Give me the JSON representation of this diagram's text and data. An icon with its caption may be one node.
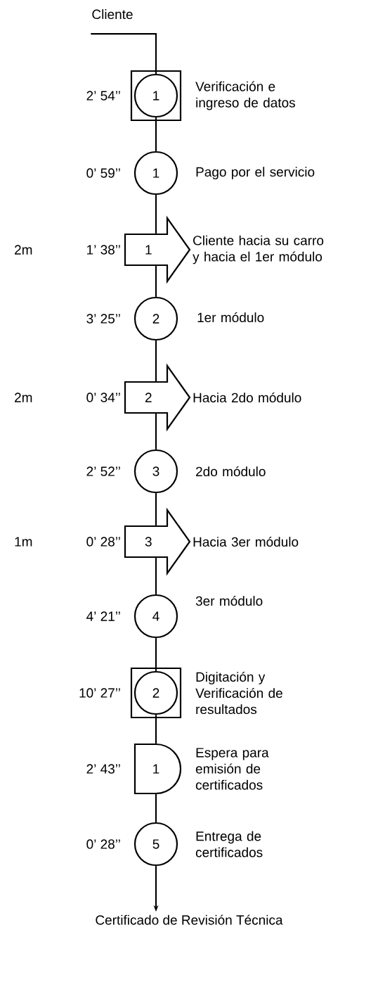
{
  "diagram": {
    "nodes": [
      {
        "text": [
          "Cliente"
        ]
      },
      {
        "text": [
          "1"
        ],
        "beside": [
          "2’ 54’’",
          "Verificación e ingreso de datos"
        ]
      },
      {
        "text": [
          "1"
        ],
        "beside": [
          "0’ 59’’",
          "Pago por el servicio"
        ]
      },
      {
        "text": [
          "1"
        ],
        "beside": [
          "1’ 38’’",
          "Cliente hacia su carro y hacia el 1er módulo"
        ]
      },
      {
        "text": [
          "2"
        ],
        "beside": [
          "3’ 25’’",
          "1er módulo"
        ]
      },
      {
        "text": [
          "2"
        ],
        "beside": [
          "0’ 34’’",
          "Hacia 2do módulo"
        ]
      },
      {
        "text": [
          "3"
        ],
        "beside": [
          "2’ 52’’",
          "2do módulo"
        ]
      },
      {
        "text": [
          "3"
        ],
        "beside": [
          "0’ 28’’",
          "Hacia 3er módulo"
        ]
      },
      {
        "text": [
          "4"
        ],
        "beside": [
          "4’ 21’’",
          "3er módulo"
        ]
      },
      {
        "text": [
          "2"
        ],
        "beside": [
          "10’ 27’’",
          "Digitación y Verificación de resultados"
        ]
      },
      {
        "text": [
          "1"
        ],
        "beside": [
          "2’ 43’’",
          "Espera para emisión de certificados"
        ]
      },
      {
        "text": [
          "5"
        ],
        "beside": [
          "0’ 28’’",
          "Entrega de certificados"
        ]
      },
      {
        "text": [
          "Certificado de Revisión Técnica"
        ]
      }
    ],
    "edges": [
      {
        "from": 0,
        "to": 1,
        "arrow": "none"
      },
      {
        "from": 1,
        "to": 2,
        "arrow": "none"
      },
      {
        "from": 2,
        "to": 3,
        "arrow": "none"
      },
      {
        "from": 3,
        "to": 4,
        "arrow": "none"
      },
      {
        "from": 4,
        "to": 5,
        "arrow": "none"
      },
      {
        "from": 5,
        "to": 6,
        "arrow": "none"
      },
      {
        "from": 6,
        "to": 7,
        "arrow": "none"
      },
      {
        "from": 7,
        "to": 8,
        "arrow": "none"
      },
      {
        "from": 8,
        "to": 9,
        "arrow": "none"
      },
      {
        "from": 9,
        "to": 10,
        "arrow": "none"
      },
      {
        "from": 10,
        "to": 11,
        "arrow": "none"
      },
      {
        "from": 11,
        "to": 12,
        "arrow": "to"
      }
    ],
    "labels": [
      "2m",
      "2m",
      "1m"
    ]
  }
}
